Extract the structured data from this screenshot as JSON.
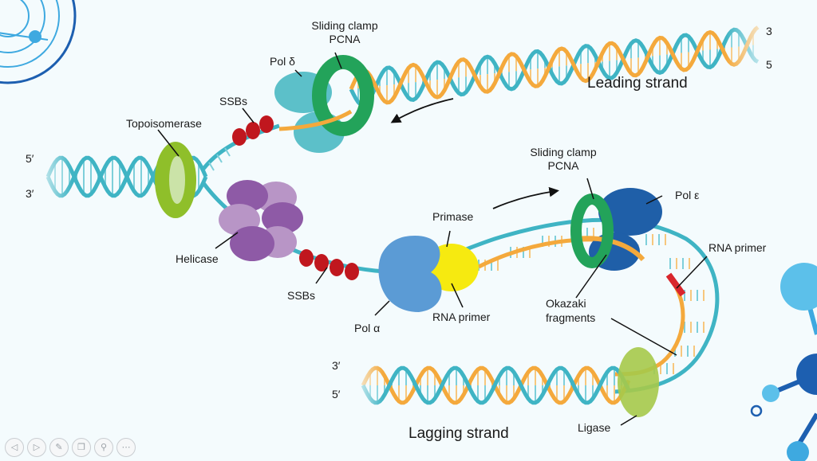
{
  "labels": {
    "clamp_top_1": "Sliding clamp",
    "clamp_top_2": "PCNA",
    "pol_delta": "Pol δ",
    "leading_strand": "Leading strand",
    "ssbs_top": "SSBs",
    "topoisomerase": "Topoisomerase",
    "helicase": "Helicase",
    "ssbs_bottom": "SSBs",
    "primase": "Primase",
    "clamp_mid_1": "Sliding clamp",
    "clamp_mid_2": "PCNA",
    "pol_epsilon": "Pol ε",
    "rna_primer_right": "RNA primer",
    "rna_primer_mid": "RNA primer",
    "pol_alpha": "Pol α",
    "okazaki_1": "Okazaki",
    "okazaki_2": "fragments",
    "ligase": "Ligase",
    "lagging_strand": "Lagging strand",
    "end_left_top": "5′",
    "end_left_bottom": "3′",
    "end_right_top": "3",
    "end_right_bottom": "5",
    "end_lag_top": "3′",
    "end_lag_bottom": "5′"
  },
  "colors": {
    "strand_teal": "#3fb4c4",
    "strand_orange": "#f4a93c",
    "rna_red": "#d9262c",
    "ssb_red": "#c0171e",
    "pol_delta": "#5cc0c9",
    "clamp_green": "#23a35a",
    "topoisomerase": "#8fbf2a",
    "helicase_dark": "#8e5aa6",
    "helicase_light": "#b895c6",
    "pol_alpha": "#5b9bd5",
    "primase": "#f6ea10",
    "pol_epsilon": "#1f5fa8",
    "ligase": "#a6c94a",
    "deco_blue": "#3ea9e0"
  },
  "controls": [
    {
      "name": "previous-slide-button",
      "icon": "chevron-left-icon",
      "glyph": "◁"
    },
    {
      "name": "next-slide-button",
      "icon": "chevron-right-icon",
      "glyph": "▷"
    },
    {
      "name": "pen-tool-button",
      "icon": "pen-icon",
      "glyph": "✎"
    },
    {
      "name": "slides-view-button",
      "icon": "slides-icon",
      "glyph": "❐"
    },
    {
      "name": "zoom-button",
      "icon": "magnifier-icon",
      "glyph": "⚲"
    },
    {
      "name": "more-options-button",
      "icon": "ellipsis-icon",
      "glyph": "⋯"
    }
  ]
}
